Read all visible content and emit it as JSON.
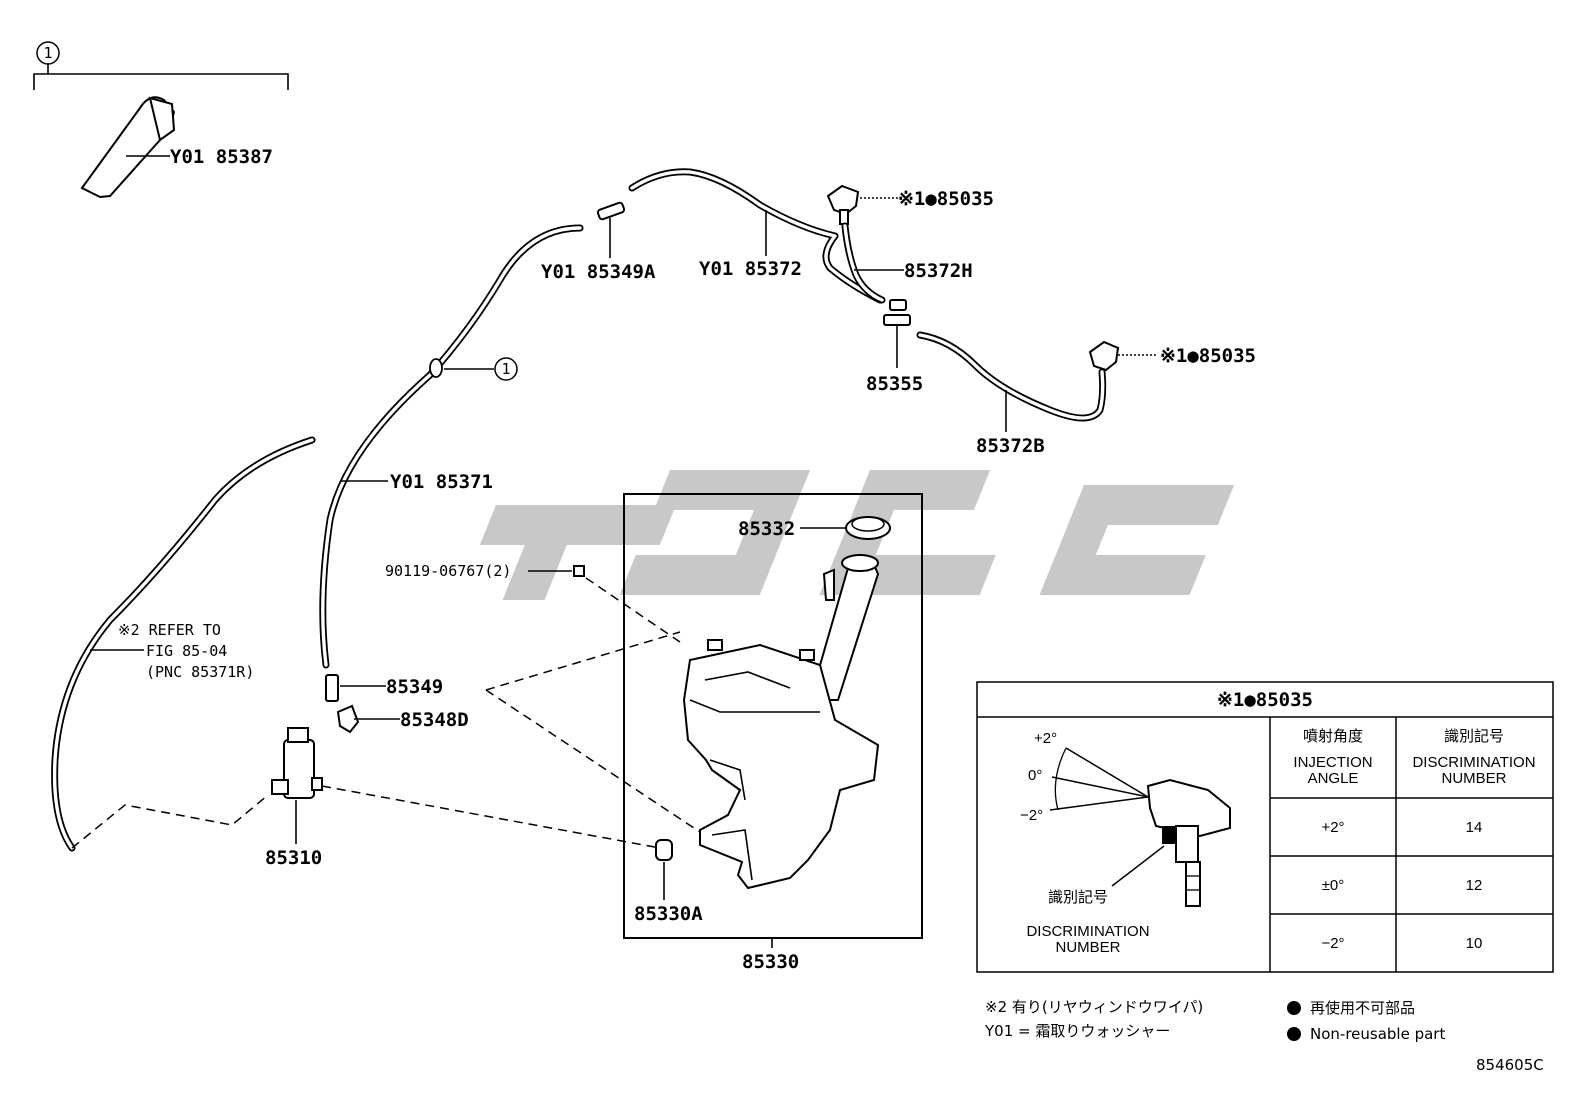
{
  "diagram_id": "854605C",
  "callouts": {
    "group_marker": "1",
    "nozzle_elbow": "Y01 85387",
    "hose_joint_a": "Y01 85349A",
    "hose_upper": "Y01 85372",
    "nozzle_left": "※1●85035",
    "hose_h": "85372H",
    "nozzle_right": "※1●85035",
    "hose_joint_b": "85355",
    "hose_b": "85372B",
    "hose_main": "Y01 85371",
    "cap": "85332",
    "bolt": "90119-06767(2)",
    "refer_line1": "※2 REFER TO",
    "refer_line2": "FIG 85-04",
    "refer_line3": "(PNC 85371R)",
    "hose_joint_c": "85349",
    "elbow": "85348D",
    "pump": "85310",
    "grommet": "85330A",
    "tank": "85330"
  },
  "nozzle_table": {
    "title": "※1●85035",
    "angle_plus": "+2°",
    "angle_zero": "0°",
    "angle_minus": "−2°",
    "disc_jp": "識別記号",
    "disc_label_1": "DISCRIMINATION",
    "disc_label_2": "NUMBER",
    "col_angle_jp": "噴射角度",
    "col_angle_1": "INJECTION",
    "col_angle_2": "ANGLE",
    "col_disc_jp": "識別記号",
    "col_disc_1": "DISCRIMINATION",
    "col_disc_2": "NUMBER",
    "rows": [
      {
        "angle": "+2°",
        "number": "14"
      },
      {
        "angle": "±0°",
        "number": "12"
      },
      {
        "angle": "−2°",
        "number": "10"
      }
    ]
  },
  "footnotes": {
    "note2": "※2 有り(リヤウィンドウワイパ)",
    "y01": "Y01 = 霜取りウォッシャー",
    "nonreuse_jp": "再使用不可部品",
    "nonreuse_en": "Non-reusable part"
  }
}
